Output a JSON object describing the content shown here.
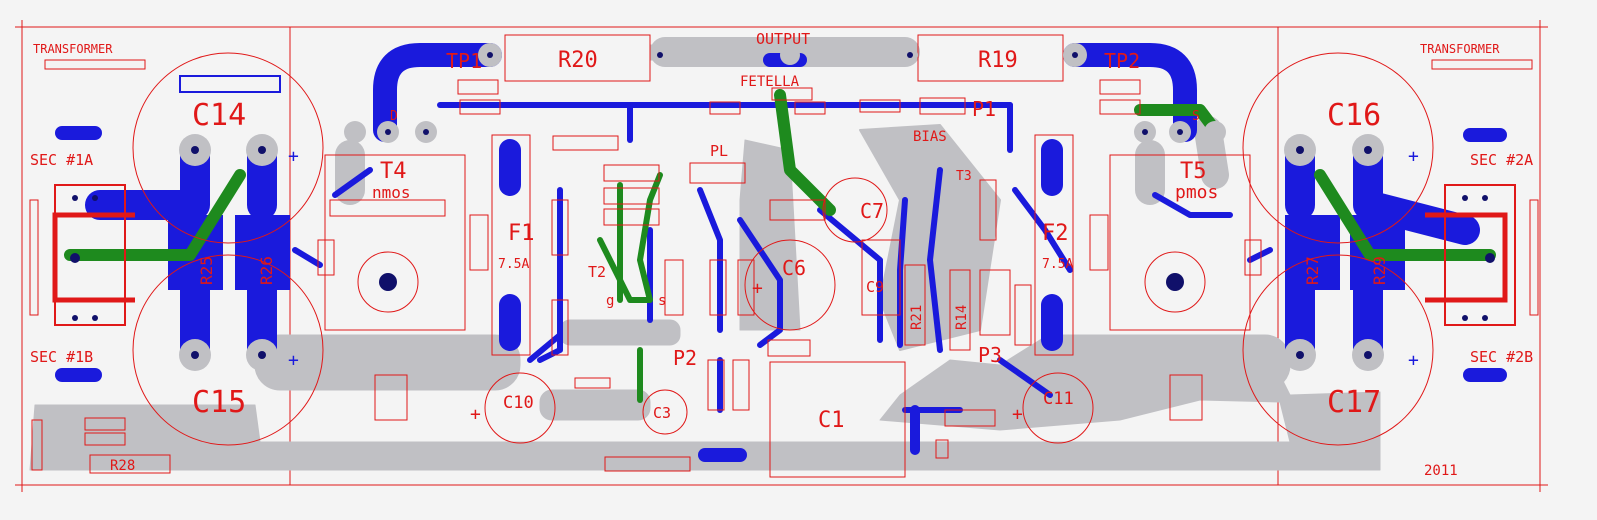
{
  "colors": {
    "background": "#f4f4f4",
    "copper_bottom": "#1a1adc",
    "copper_ground": "#c0c0c4",
    "copper_top": "#1e8a1e",
    "silkscreen": "#e01818",
    "drill": "#10106a"
  },
  "labels": {
    "transformer_left": "TRANSFORMER",
    "transformer_right": "TRANSFORMER",
    "output": "OUTPUT",
    "fetella": "FETELLA",
    "bias": "BIAS",
    "year": "2011",
    "sec_1a": "SEC #1A",
    "sec_1b": "SEC #1B",
    "sec_2a": "SEC #2A",
    "sec_2b": "SEC #2B",
    "tp1": "TP1",
    "tp2": "TP2",
    "r20": "R20",
    "r19": "R19",
    "c14": "C14",
    "c15": "C15",
    "c16": "C16",
    "c17": "C17",
    "t4": "T4",
    "t4_sub": "nmos",
    "t5": "T5",
    "t5_sub": "pmos",
    "f1": "F1",
    "f1_val": "7.5A",
    "f2": "F2",
    "f2_val": "7.5A",
    "c7": "C7",
    "c6": "C6",
    "c9": "C9",
    "c1": "C1",
    "c3": "C3",
    "c10": "C10",
    "c11": "C11",
    "p1": "P1",
    "p2": "P2",
    "p3": "P3",
    "t2": "T2",
    "t3": "T3",
    "pl": "PL",
    "r28": "R28",
    "r21": "R21",
    "r14": "R14",
    "r25": "R25",
    "r26": "R26",
    "r27": "R27",
    "r29": "R29",
    "g_mark": "g",
    "s_mark": "s",
    "d_mark": "D",
    "s2_mark": "S",
    "plus": "+"
  }
}
